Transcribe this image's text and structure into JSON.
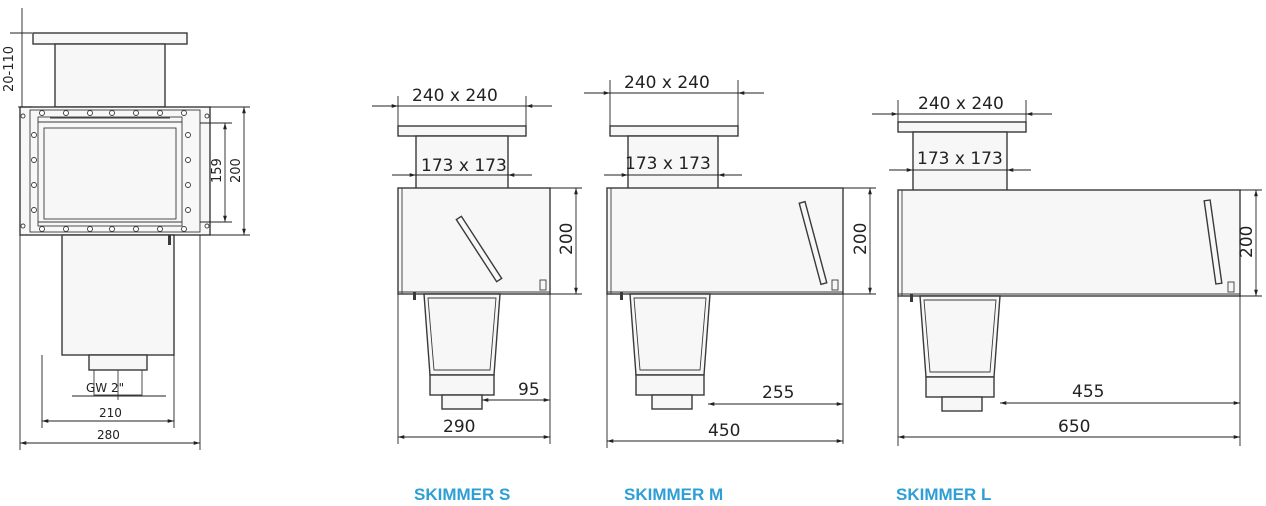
{
  "front_view": {
    "dim_neck": "20-110",
    "dim_opening_inner": "159",
    "dim_opening_outer": "200",
    "dim_outlet": "GW 2\"",
    "dim_body_width": "210",
    "dim_flange_width": "280"
  },
  "skimmers": [
    {
      "caption": "SKIMMER S",
      "dim_lid": "240 x 240",
      "dim_neck": "173 x 173",
      "dim_height": "200",
      "dim_outlet_offset": "95",
      "dim_length": "290"
    },
    {
      "caption": "SKIMMER M",
      "dim_lid": "240 x 240",
      "dim_neck": "173 x 173",
      "dim_height": "200",
      "dim_outlet_offset": "255",
      "dim_length": "450"
    },
    {
      "caption": "SKIMMER L",
      "dim_lid": "240 x 240",
      "dim_neck": "173 x 173",
      "dim_height": "200",
      "dim_outlet_offset": "455",
      "dim_length": "650"
    }
  ],
  "colors": {
    "caption": "#2e9fd6",
    "line": "#3a3a3a"
  }
}
